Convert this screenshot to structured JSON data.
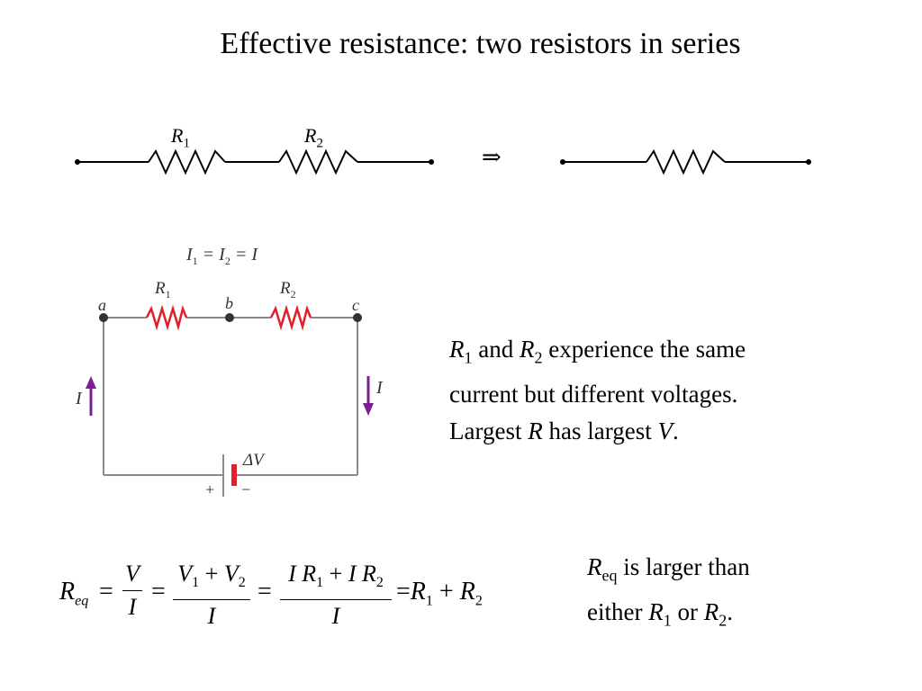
{
  "title": "Effective resistance: two resistors in series",
  "top_diagram": {
    "r1": {
      "symbol": "R",
      "sub": "1"
    },
    "r2": {
      "symbol": "R",
      "sub": "2"
    },
    "implies": "⇒"
  },
  "circuit": {
    "current_eq": {
      "i1": "I",
      "s1": "1",
      "i2": "I",
      "s2": "2",
      "i": "I"
    },
    "node_a": "a",
    "node_b": "b",
    "node_c": "c",
    "r1": {
      "symbol": "R",
      "sub": "1"
    },
    "r2": {
      "symbol": "R",
      "sub": "2"
    },
    "current_left": "I",
    "current_right": "I",
    "battery_label": "ΔV",
    "plus": "+",
    "minus": "−",
    "colors": {
      "resistor": "#e0202c",
      "arrow": "#7a1f8f",
      "wire": "#8a8a8a"
    }
  },
  "note1": {
    "r1": "R",
    "r1_sub": "1",
    "and": " and ",
    "r2": "R",
    "r2_sub": "2",
    "line1_rest": " experience the same",
    "line2": "current but different voltages.",
    "line3_a": "Largest ",
    "line3_r": "R",
    "line3_b": " has largest ",
    "line3_v": "V",
    "line3_c": "."
  },
  "note2": {
    "r": "R",
    "r_sub": "eq",
    "line1_rest": " is larger than",
    "line2_a": "either ",
    "r1": "R",
    "r1_sub": "1",
    "or": " or ",
    "r2": "R",
    "r2_sub": "2",
    "end": "."
  },
  "equation": {
    "lhs": "R",
    "lhs_sub": "eq",
    "eq": "=",
    "f1_num": "V",
    "f1_den": "I",
    "f2_num_a": "V",
    "f2_num_a_sub": "1",
    "f2_plus": " + ",
    "f2_num_b": "V",
    "f2_num_b_sub": "2",
    "f2_den": "I",
    "f3_num_a": "I R",
    "f3_num_a_sub": "1",
    "f3_plus": " + ",
    "f3_num_b": "I R",
    "f3_num_b_sub": "2",
    "f3_den": "I",
    "rhs_a": "R",
    "rhs_a_sub": "1",
    "rhs_plus": " + ",
    "rhs_b": "R",
    "rhs_b_sub": "2"
  }
}
